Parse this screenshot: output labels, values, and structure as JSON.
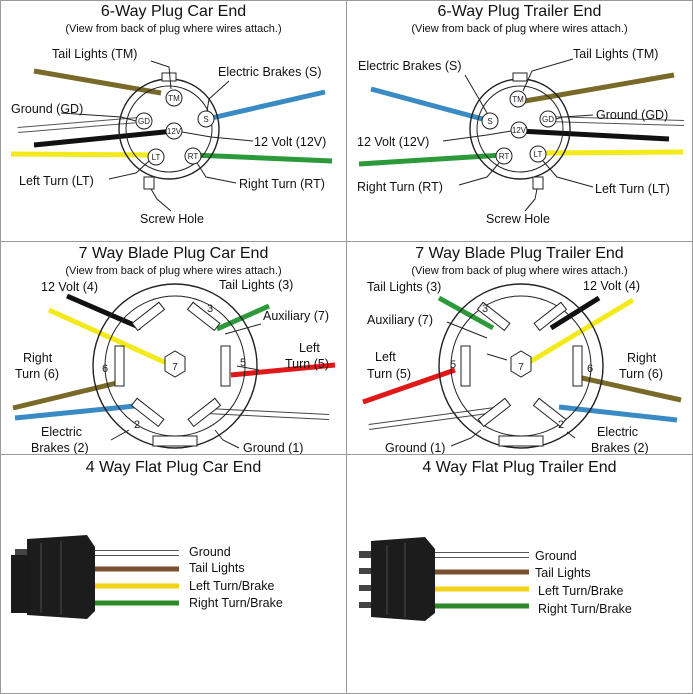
{
  "colors": {
    "tail": "#7a6a2a",
    "brake": "#3a8ac4",
    "ground": "#ffffff",
    "v12": "#111111",
    "left": "#f2ea1a",
    "right": "#2c9a3a",
    "red": "#e01818",
    "brown": "#7a5030",
    "yellow4": "#f2d21a",
    "green4": "#2c8a2a"
  },
  "panels": {
    "six_car": {
      "title": "6-Way Plug Car End",
      "subtitle": "(View from back of plug where wires attach.)",
      "labels": {
        "tail": "Tail Lights (TM)",
        "brakes": "Electric Brakes (S)",
        "ground": "Ground (GD)",
        "v12": "12 Volt (12V)",
        "left": "Left Turn (LT)",
        "right": "Right Turn (RT)",
        "screw": "Screw Hole"
      },
      "pins": {
        "tm": "TM",
        "gd": "GD",
        "s": "S",
        "v12": "12V",
        "lt": "LT",
        "rt": "RT"
      }
    },
    "six_trailer": {
      "title": "6-Way Plug Trailer End",
      "subtitle": "(View from back of plug where wires attach.)",
      "labels": {
        "tail": "Tail Lights (TM)",
        "brakes": "Electric Brakes (S)",
        "ground": "Ground (GD)",
        "v12": "12 Volt (12V)",
        "left": "Left Turn (LT)",
        "right": "Right Turn (RT)",
        "screw": "Screw Hole"
      },
      "pins": {
        "tm": "TM",
        "gd": "GD",
        "s": "S",
        "v12": "12V",
        "lt": "LT",
        "rt": "RT"
      }
    },
    "seven_car": {
      "title": "7 Way Blade Plug Car End",
      "subtitle": "(View from back of plug where wires attach.)",
      "labels": {
        "v12": "12 Volt (4)",
        "tail": "Tail Lights (3)",
        "aux": "Auxiliary (7)",
        "right_a": "Right",
        "right_b": "Turn (6)",
        "left_a": "Left",
        "left_b": "Turn (5)",
        "brakes_a": "Electric",
        "brakes_b": "Brakes (2)",
        "ground": "Ground (1)"
      },
      "pins": {
        "p2": "2",
        "p3": "3",
        "p5": "5",
        "p6": "6",
        "p7": "7"
      }
    },
    "seven_trailer": {
      "title": "7 Way Blade Plug Trailer End",
      "subtitle": "(View from back of plug where wires attach.)",
      "labels": {
        "tail": "Tail Lights (3)",
        "v12": "12 Volt (4)",
        "aux": "Auxiliary (7)",
        "left_a": "Left",
        "left_b": "Turn (5)",
        "right_a": "Right",
        "right_b": "Turn (6)",
        "ground": "Ground (1)",
        "brakes_a": "Electric",
        "brakes_b": "Brakes (2)"
      },
      "pins": {
        "p2": "2",
        "p3": "3",
        "p5": "5",
        "p6": "6",
        "p7": "7"
      }
    },
    "four_car": {
      "title": "4 Way Flat Plug Car End",
      "labels": {
        "ground": "Ground",
        "tail": "Tail Lights",
        "left": "Left Turn/Brake",
        "right": "Right Turn/Brake"
      }
    },
    "four_trailer": {
      "title": "4 Way Flat Plug Trailer End",
      "labels": {
        "ground": "Ground",
        "tail": "Tail Lights",
        "left": "Left Turn/Brake",
        "right": "Right Turn/Brake"
      }
    }
  }
}
